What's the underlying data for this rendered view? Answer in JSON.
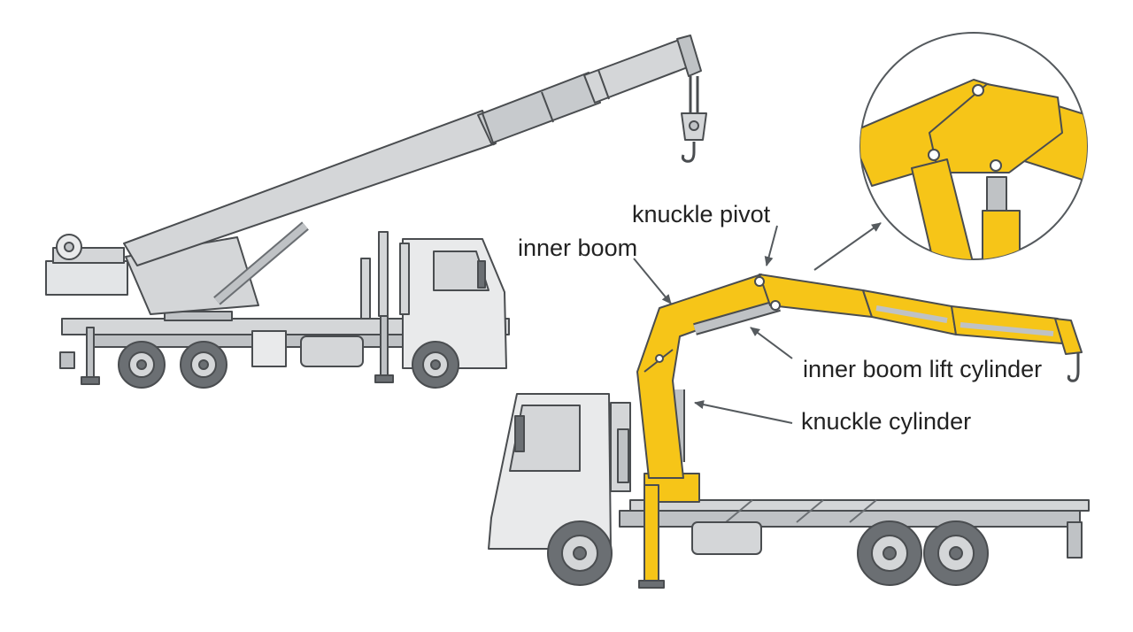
{
  "labels": {
    "knuckle_pivot": "knuckle pivot",
    "inner_boom": "inner boom",
    "inner_boom_lift_cylinder": "inner boom lift cylinder",
    "knuckle_cylinder": "knuckle cylinder"
  },
  "colors": {
    "telescopic_crane": "#d4d6d8",
    "knuckle_boom": "#f6c518",
    "truck_body": "#e9eaeb",
    "wheel": "#6b6f73",
    "outline": "#4a4d50",
    "leader_line": "#555a5e"
  },
  "icons": {
    "hook": "crane-hook-icon",
    "magnifier": "detail-zoom-circle"
  }
}
